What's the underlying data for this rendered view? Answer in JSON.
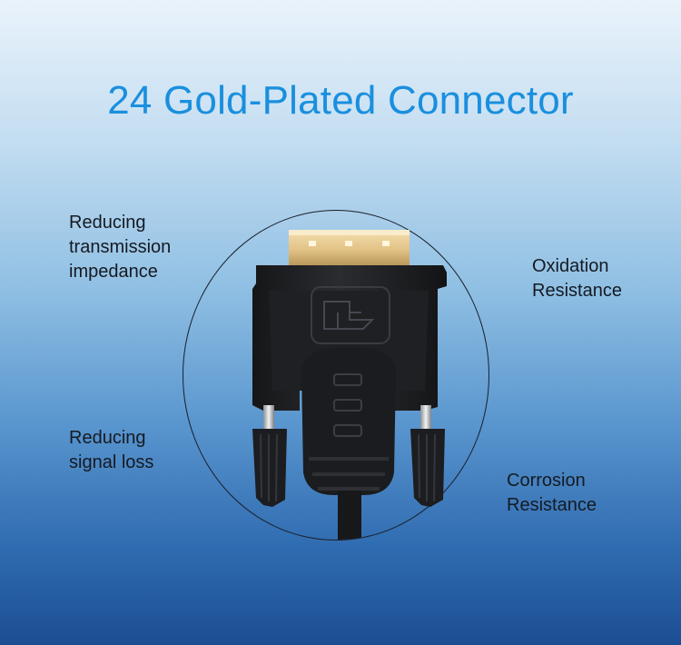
{
  "title": "24 Gold-Plated Connector",
  "features": [
    {
      "lines": [
        "Reducing",
        "transmission",
        "impedance"
      ]
    },
    {
      "lines": [
        "Reducing",
        "signal loss"
      ]
    },
    {
      "lines": [
        "Oxidation",
        "Resistance"
      ]
    },
    {
      "lines": [
        "Corrosion",
        "Resistance"
      ]
    }
  ],
  "colors": {
    "title": "#1a8fde",
    "gold": "#e4c891",
    "plastic": "#1d1e21"
  }
}
